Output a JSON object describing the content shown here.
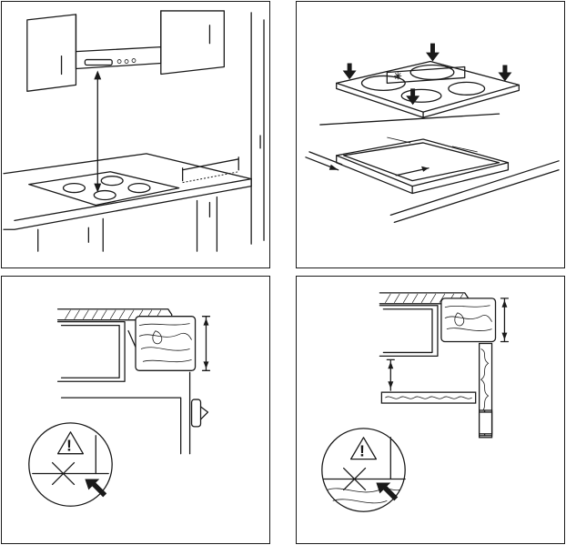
{
  "panels": [
    {
      "id": "hood-clearance",
      "caption": ""
    },
    {
      "id": "hob-installation",
      "caption": ""
    },
    {
      "id": "worktop-edge-cabinet",
      "caption": ""
    },
    {
      "id": "worktop-edge-shelf",
      "caption": ""
    }
  ],
  "warning": {
    "mark": "!"
  },
  "icons": [
    "warning-triangle-icon",
    "cross-mark-icon",
    "arrow-icon",
    "down-arrow-icon",
    "snowflake-icon"
  ]
}
